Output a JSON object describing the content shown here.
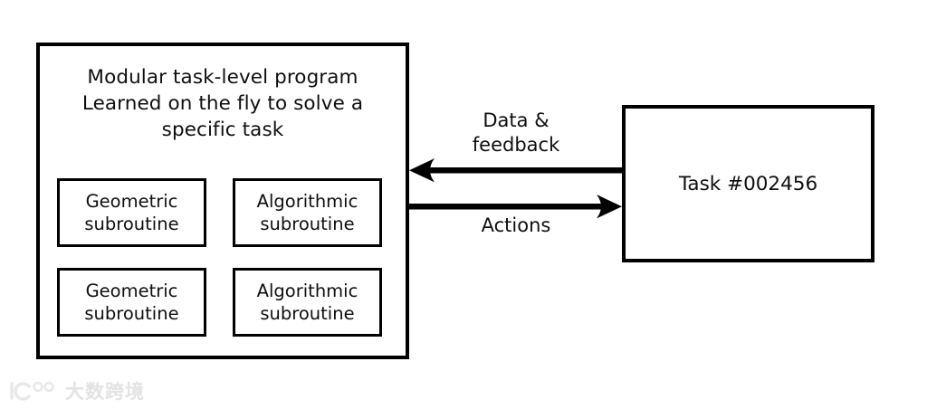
{
  "diagram": {
    "program_box": {
      "title": "Modular task-level program\nLearned on the fly to solve a\nspecific task",
      "subroutines": [
        {
          "label": "Geometric\nsubroutine"
        },
        {
          "label": "Algorithmic\nsubroutine"
        },
        {
          "label": "Geometric\nsubroutine"
        },
        {
          "label": "Algorithmic\nsubroutine"
        }
      ]
    },
    "task_box": {
      "label": "Task #002456"
    },
    "arrows": [
      {
        "name": "data-feedback-arrow",
        "label": "Data &\nfeedback",
        "direction": "right-to-left",
        "from": "task_box",
        "to": "program_box"
      },
      {
        "name": "actions-arrow",
        "label": "Actions",
        "direction": "left-to-right",
        "from": "program_box",
        "to": "task_box"
      }
    ],
    "colors": {
      "stroke": "#000000",
      "background": "#ffffff",
      "text": "#0f0f0f",
      "watermark": "#e3e3e3"
    }
  },
  "watermark": {
    "text": "大数跨境",
    "logo_name": "ic-circles-logo"
  }
}
